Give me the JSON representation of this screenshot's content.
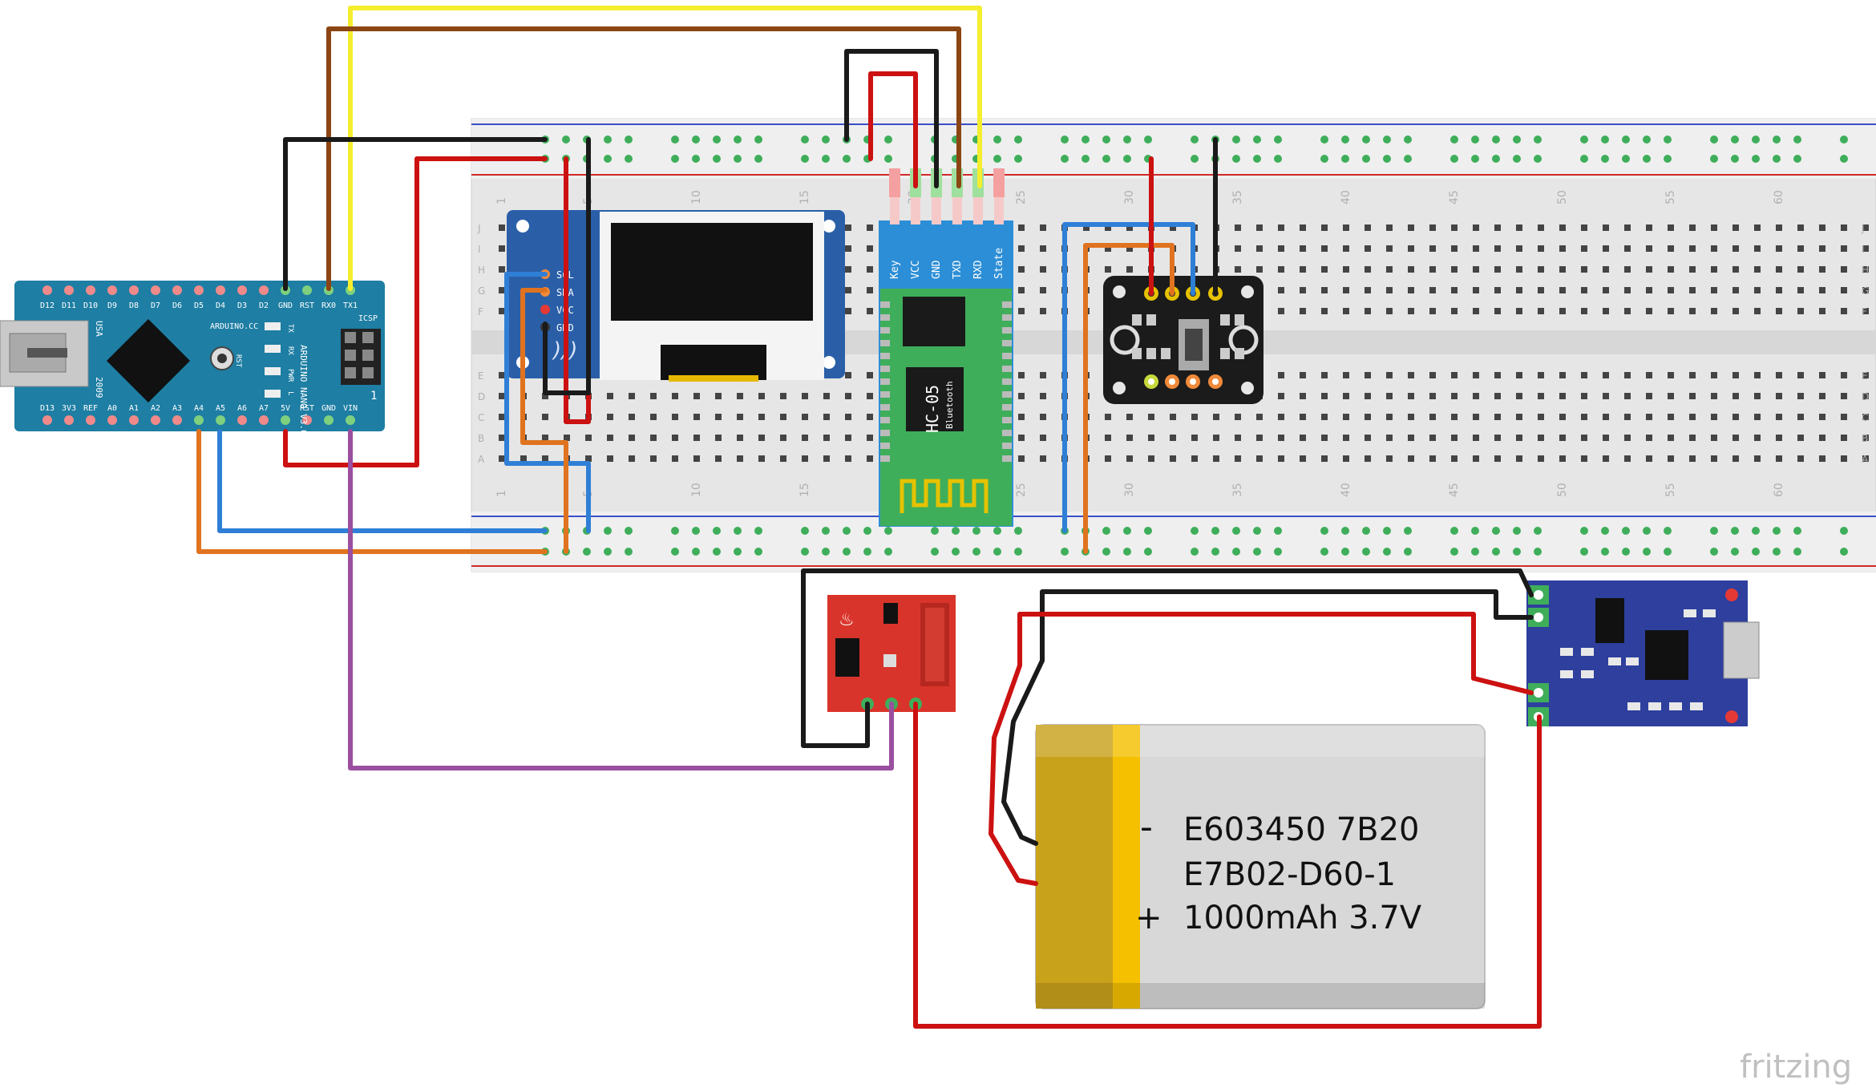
{
  "colors": {
    "board_blue": "#1e7ea3",
    "wire_black": "#1a1a1a",
    "wire_red": "#cc1111",
    "wire_brown": "#8b4513",
    "wire_yellow": "#f5ee2e",
    "wire_blue": "#2f7fd6",
    "wire_orange": "#e0731f",
    "wire_purple": "#9b4fa0",
    "breadboard": "#e6e6e6",
    "hc05_green": "#3fae5a",
    "sensor_black": "#1b1b1b",
    "sparkfun_red": "#d9342b",
    "charger_blue": "#2e3f9e",
    "battery_body": "#d8d8d8",
    "battery_gold": "#c9a21c"
  },
  "arduino": {
    "top_pins": [
      "D12",
      "D11",
      "D10",
      "D9",
      "D8",
      "D7",
      "D6",
      "D5",
      "D4",
      "D3",
      "D2",
      "GND",
      "RST",
      "RX0",
      "TX1"
    ],
    "bottom_pins": [
      "D13",
      "3V3",
      "REF",
      "A0",
      "A1",
      "A2",
      "A3",
      "A4",
      "A5",
      "A6",
      "A7",
      "5V",
      "RST",
      "GND",
      "VIN"
    ],
    "brand": "ARDUINO.CC",
    "model": "ARDUINO NANO V3.0",
    "year": "2009",
    "country": "USA",
    "led_labels": [
      "TX",
      "RX",
      "PWR",
      "L"
    ],
    "rst_label": "RST",
    "icsp_label": "ICSP",
    "pin1_label": "1"
  },
  "breadboard": {
    "col_numbers": [
      "1",
      "5",
      "10",
      "15",
      "20",
      "25",
      "30",
      "35",
      "40",
      "45",
      "50",
      "55",
      "60"
    ],
    "rows_top": [
      "J",
      "I",
      "H",
      "G",
      "F"
    ],
    "rows_bottom": [
      "E",
      "D",
      "C",
      "B",
      "A"
    ]
  },
  "oled": {
    "pins": [
      "SCL",
      "SDA",
      "VCC",
      "GND"
    ]
  },
  "hc05": {
    "pins": [
      "Key",
      "VCC",
      "GND",
      "TXD",
      "RXD",
      "State"
    ],
    "name": "HC-05",
    "sub": "Bluetooth"
  },
  "battery": {
    "line1": "E603450 7B20",
    "line2": "E7B02-D60-1",
    "line3": "1000mAh 3.7V",
    "minus": "-",
    "plus": "+"
  },
  "watermark": "fritzing"
}
